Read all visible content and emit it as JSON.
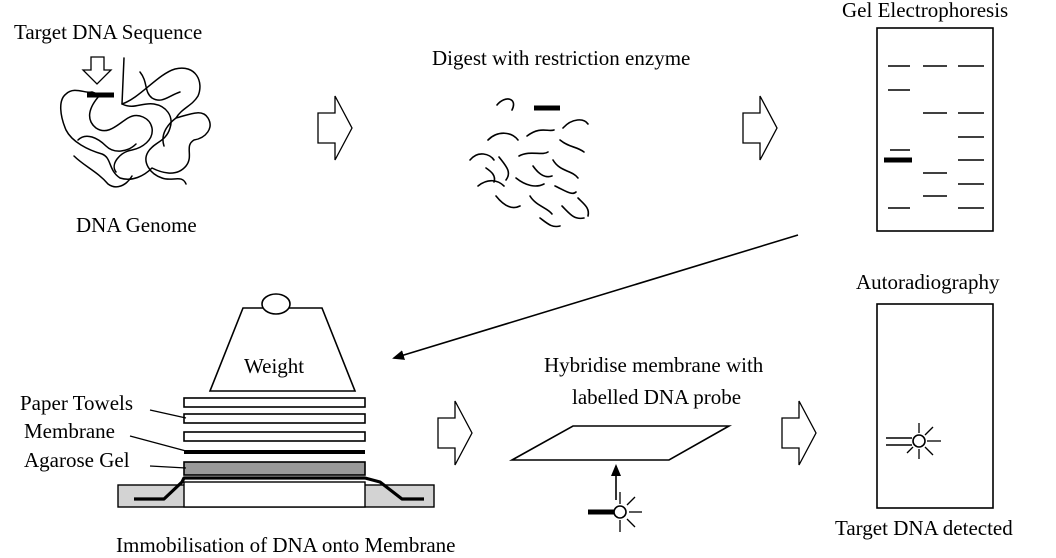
{
  "labels": {
    "target_dna_sequence": "Target DNA Sequence",
    "dna_genome": "DNA Genome",
    "digest": "Digest with restriction enzyme",
    "gel_electrophoresis": "Gel  Electrophoresis",
    "autoradiography": "Autoradiography",
    "weight": "Weight",
    "paper_towels": "Paper Towels",
    "membrane": "Membrane",
    "agarose_gel": "Agarose Gel",
    "hybridise_line1": "Hybridise membrane with",
    "hybridise_line2": "labelled DNA probe",
    "immobilisation": "Immobilisation of DNA onto Membrane",
    "target_detected": "Target DNA detected"
  }
}
